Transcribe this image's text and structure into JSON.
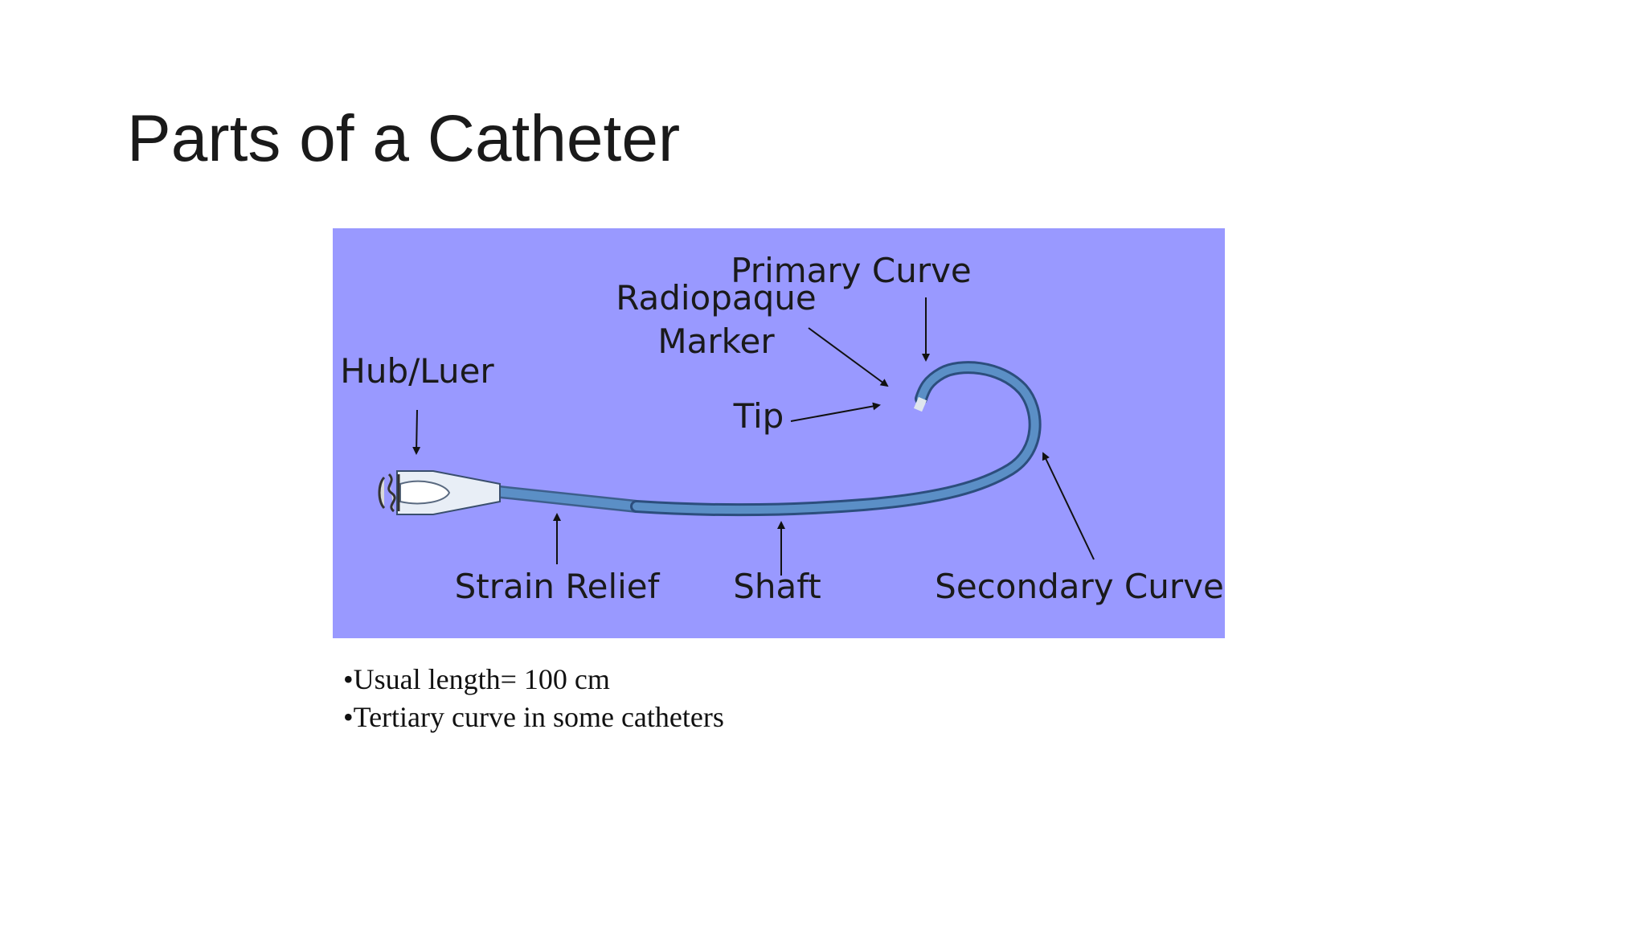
{
  "slide": {
    "title": "Parts of a Catheter"
  },
  "diagram": {
    "background_color": "#9999ff",
    "catheter_color": "#5b8fc6",
    "catheter_edge_color": "#2c4e7d",
    "hub_color": "#e8eef6",
    "tip_color": "#dfe6ee",
    "labels": {
      "radiopaque_line1": "Radiopaque",
      "radiopaque_line2": "Marker",
      "primary_curve": "Primary Curve",
      "hub_luer": "Hub/Luer",
      "tip": "Tip",
      "strain_relief": "Strain Relief",
      "shaft": "Shaft",
      "secondary_curve": "Secondary Curve"
    }
  },
  "bullets": [
    "•Usual length= 100 cm",
    "•Tertiary curve in some catheters"
  ]
}
